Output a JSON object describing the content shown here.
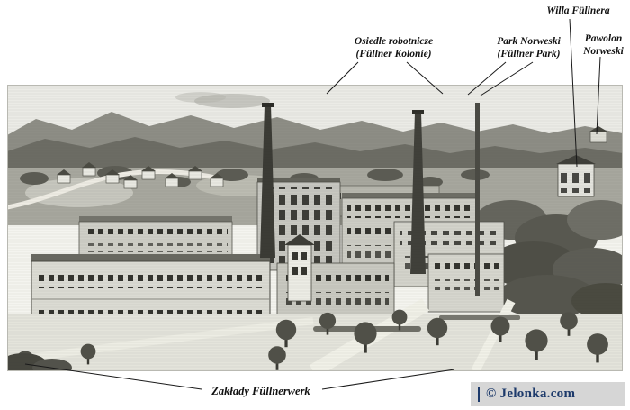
{
  "annotations": {
    "osiedle": {
      "line1": "Osiedle robotnicze",
      "line2": "(Füllner Kolonie)"
    },
    "park": {
      "line1": "Park Norweski",
      "line2": "(Füllner Park)"
    },
    "willa": {
      "label": "Willa Füllnera"
    },
    "pawolon": {
      "line1": "Pawolon",
      "line2": "Norweski"
    },
    "zaklady": {
      "label": "Zakłady Füllnerwerk"
    }
  },
  "watermark": {
    "text": "© Jelonka.com",
    "color": "#1d3a6b",
    "background": "#d6d6d6"
  }
}
